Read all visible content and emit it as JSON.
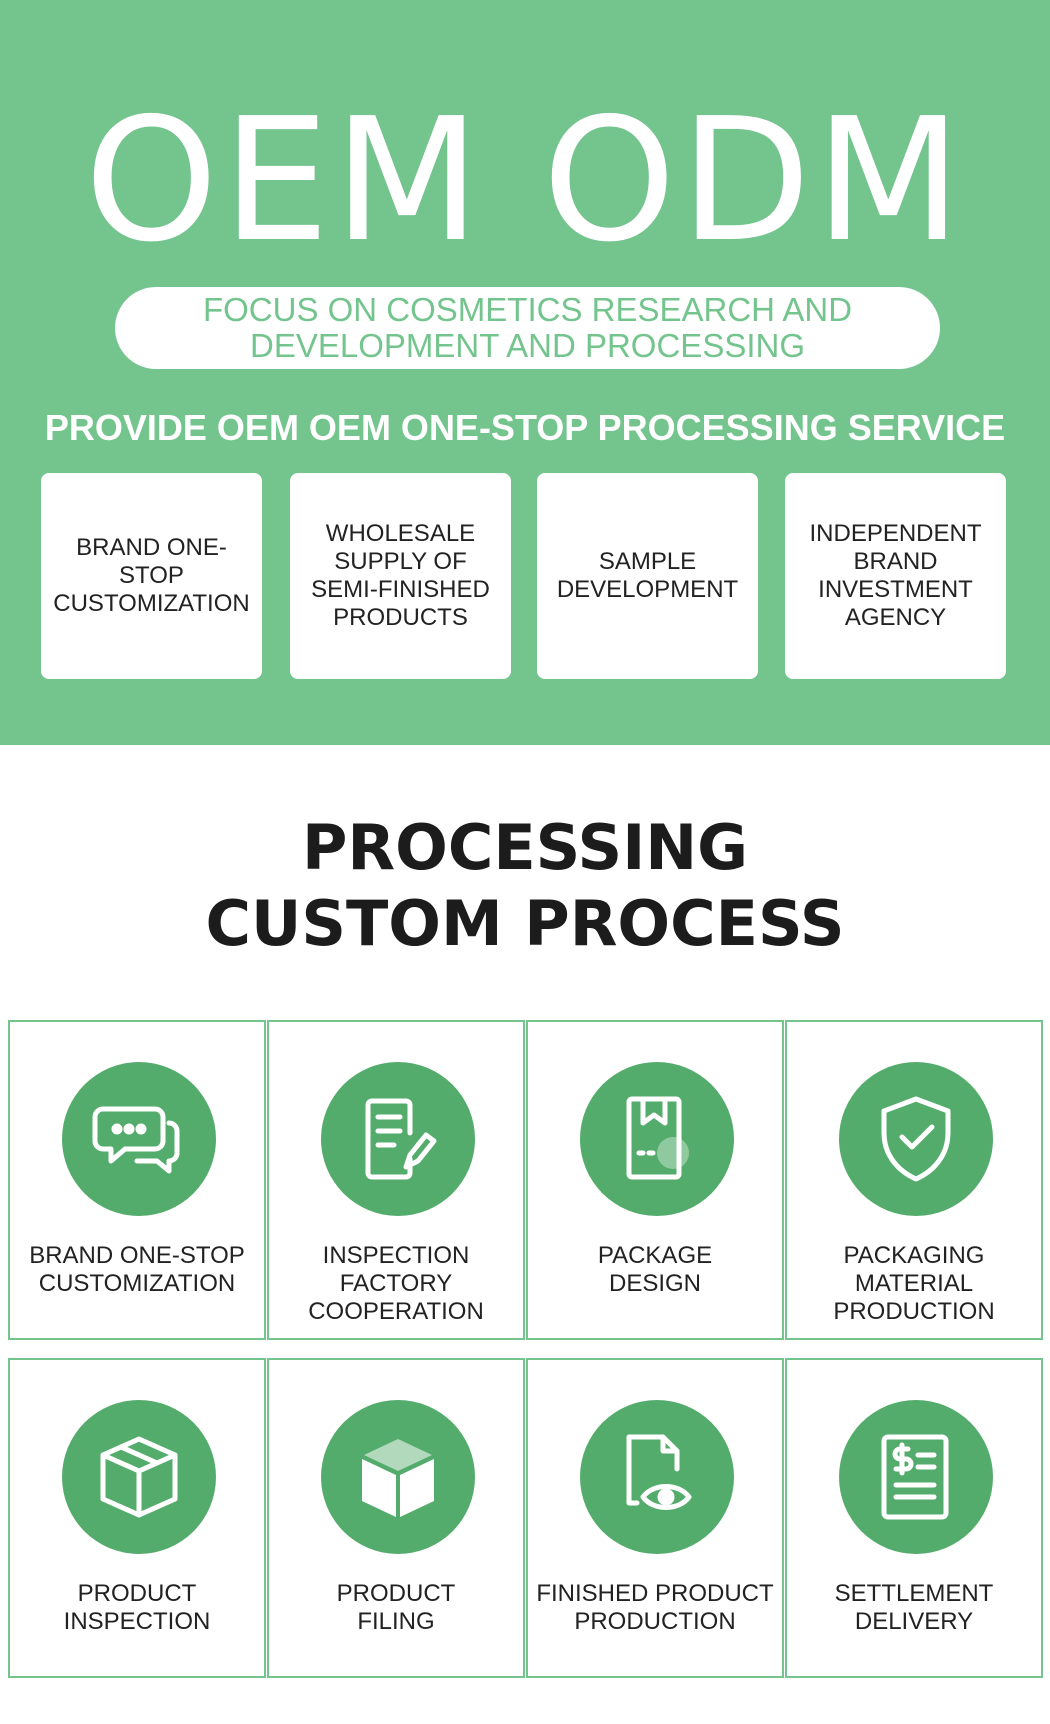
{
  "hero": {
    "title": "OEM ODM",
    "focus_text": "FOCUS ON COSMETICS RESEARCH AND DEVELOPMENT AND PROCESSING",
    "service_heading": "PROVIDE OEM OEM ONE-STOP PROCESSING SERVICE",
    "services": [
      {
        "label": "BRAND ONE-STOP CUSTOMIZATION"
      },
      {
        "label": "WHOLESALE SUPPLY OF SEMI-FINISHED PRODUCTS"
      },
      {
        "label": "SAMPLE DEVELOPMENT"
      },
      {
        "label": "INDEPENDENT BRAND INVESTMENT AGENCY"
      }
    ]
  },
  "process": {
    "title_line1": "PROCESSING",
    "title_line2": "CUSTOM PROCESS",
    "steps": [
      {
        "label": "BRAND ONE-STOP\nCUSTOMIZATION",
        "icon": "chat-bubbles-icon"
      },
      {
        "label": "INSPECTION FACTORY\nCOOPERATION",
        "icon": "document-pen-icon"
      },
      {
        "label": "PACKAGE\nDESIGN",
        "icon": "package-box-icon"
      },
      {
        "label": "PACKAGING MATERIAL\nPRODUCTION",
        "icon": "shield-check-icon"
      },
      {
        "label": "PRODUCT\nINSPECTION",
        "icon": "cube-box-icon"
      },
      {
        "label": "PRODUCT\nFILING",
        "icon": "isometric-cube-icon"
      },
      {
        "label": "FINISHED PRODUCT\nPRODUCTION",
        "icon": "document-eye-icon"
      },
      {
        "label": "SETTLEMENT\nDELIVERY",
        "icon": "invoice-dollar-icon"
      }
    ]
  },
  "colors": {
    "brand_green": "#74c48e",
    "icon_green": "#54ac6c",
    "text_dark": "#222222",
    "white": "#ffffff"
  }
}
